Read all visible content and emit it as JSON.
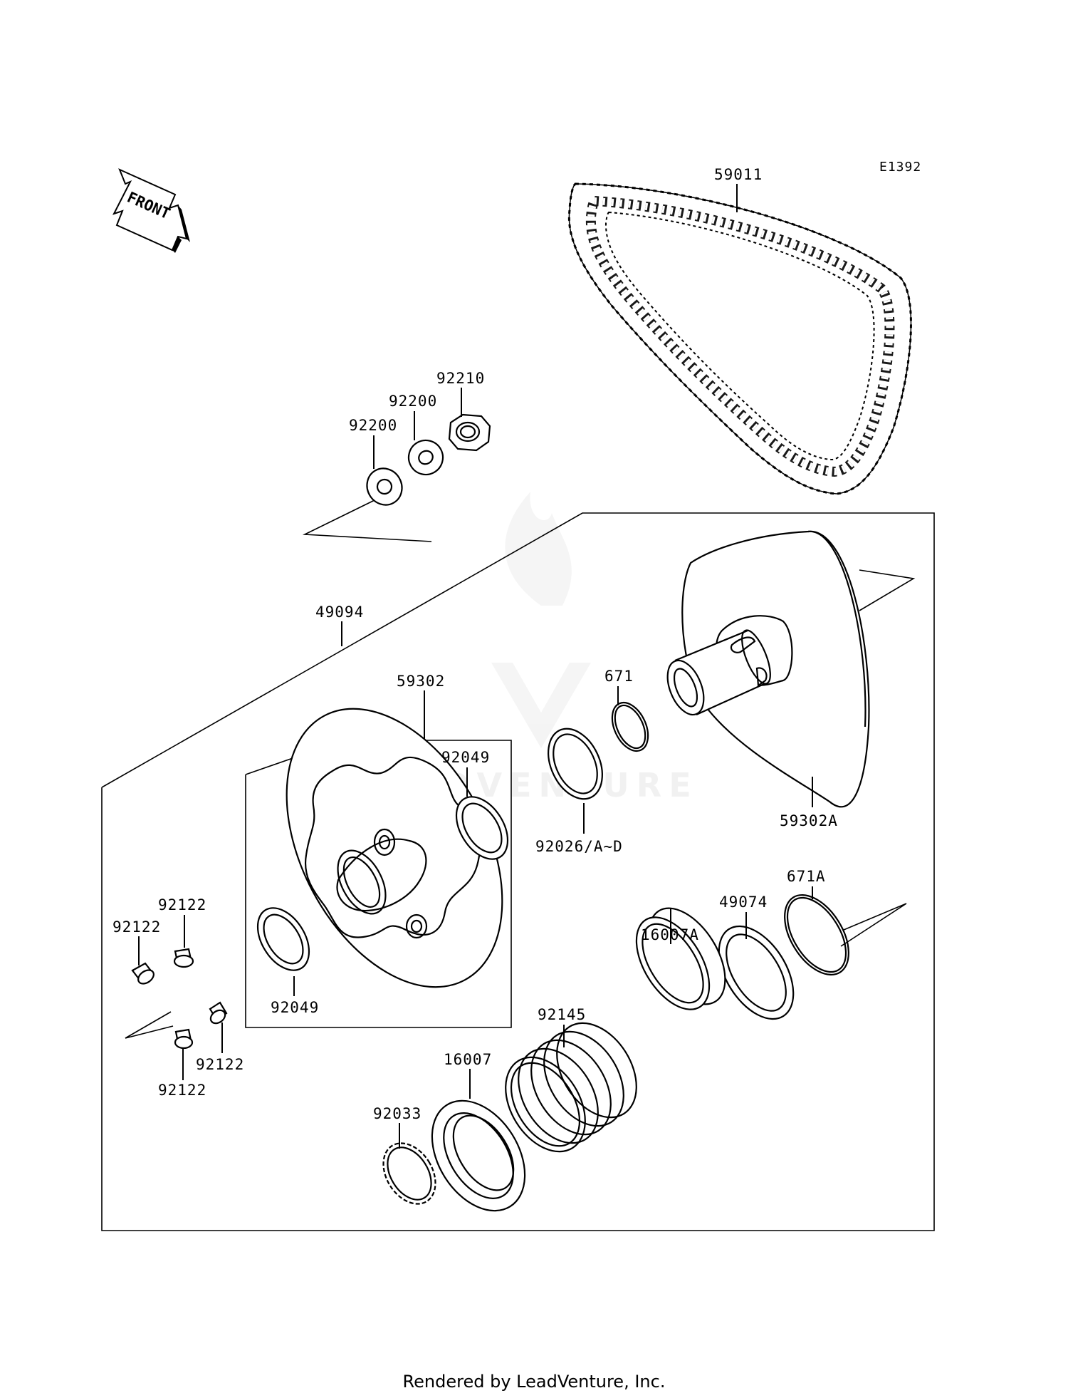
{
  "diagram": {
    "code": "E1392",
    "front_label": "FRONT",
    "watermark": "LEADVENTURE",
    "parts": {
      "p59011": "59011",
      "p92210": "92210",
      "p92200a": "92200",
      "p92200b": "92200",
      "p49094": "49094",
      "p59302": "59302",
      "p671": "671",
      "p92049a": "92049",
      "p92026": "92026/A~D",
      "p59302a": "59302A",
      "p671a": "671A",
      "p49074": "49074",
      "p16007a": "16007A",
      "p92122a": "92122",
      "p92122b": "92122",
      "p92049b": "92049",
      "p92145": "92145",
      "p16007": "16007",
      "p92122c": "92122",
      "p92122d": "92122",
      "p92033": "92033"
    },
    "icons": {
      "front": "front-arrow-icon",
      "belt": "drive-belt-icon",
      "pulley": "sheave-pulley-icon"
    }
  },
  "footer": {
    "rendered_by": "Rendered by LeadVenture, Inc."
  }
}
